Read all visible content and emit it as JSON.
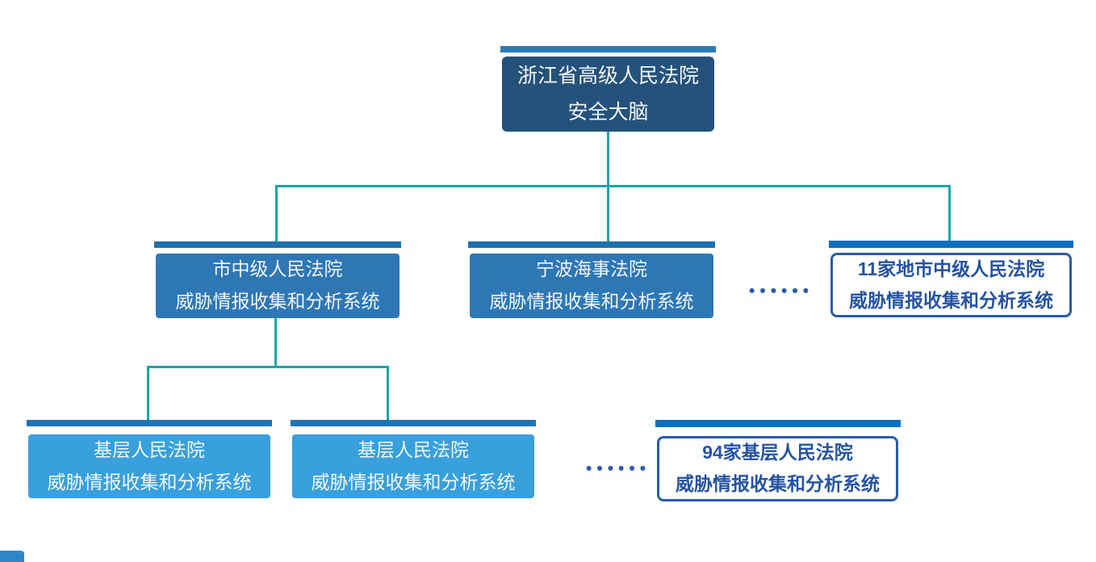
{
  "diagram": {
    "title_semantic": "court-threat-intel-org-chart",
    "colors": {
      "root_fill": "#24527A",
      "root_bar": "#2B7BB6",
      "mid_fill": "#2E77B5",
      "mid_bar": "#1D71AE",
      "base_fill": "#38A0DD",
      "base_bar": "#2173B1",
      "outline_bar": "#0A70C0",
      "outline_border": "#2A5CA8",
      "outline_text": "#2553A3",
      "connector": "#18A5AB",
      "dots": "#2A5CAA",
      "box_text": "#FFFFFF"
    },
    "nodes": {
      "root": {
        "line1": "浙江省高级人民法院",
        "line2": "安全大脑"
      },
      "mid_left": {
        "line1": "市中级人民法院",
        "line2": "威胁情报收集和分析系统"
      },
      "mid_center": {
        "line1": "宁波海事法院",
        "line2": "威胁情报收集和分析系统"
      },
      "mid_more": {
        "line1": "11家地市中级人民法院",
        "line2": "威胁情报收集和分析系统"
      },
      "base_left": {
        "line1": "基层人民法院",
        "line2": "威胁情报收集和分析系统"
      },
      "base_center": {
        "line1": "基层人民法院",
        "line2": "威胁情报收集和分析系统"
      },
      "base_more": {
        "line1": "94家基层人民法院",
        "line2": "威胁情报收集和分析系统"
      }
    },
    "ellipsis": {
      "mid": "••••••",
      "base": "••••••"
    }
  }
}
